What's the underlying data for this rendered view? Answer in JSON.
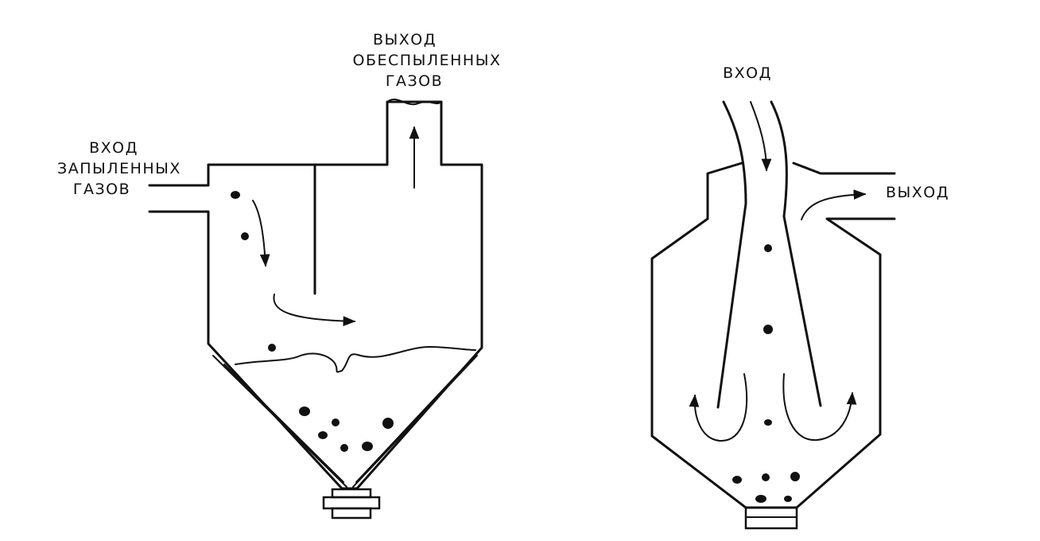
{
  "left_diagram": {
    "outlet_label_lines": [
      "ВЫХОД",
      "ОБЕСПЫЛЕННЫХ",
      "ГАЗОВ"
    ],
    "inlet_label_lines": [
      "ВХОД",
      "ЗАПЫЛЕННЫХ",
      "ГАЗОВ"
    ]
  },
  "right_diagram": {
    "inlet_label": "ВХОД",
    "outlet_label": "ВЫХОД"
  },
  "colors": {
    "line": "#111111",
    "background": "#ffffff"
  }
}
